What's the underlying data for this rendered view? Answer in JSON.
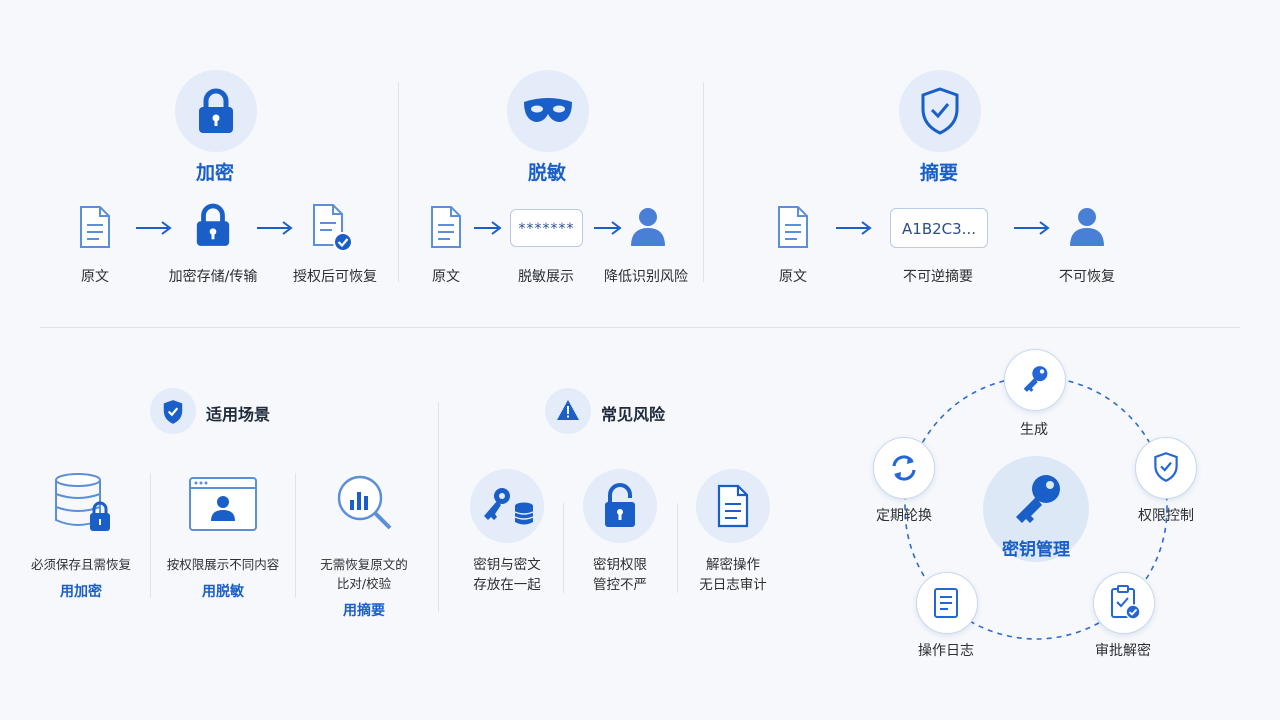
{
  "sections": {
    "encrypt": {
      "title": "加密",
      "steps": [
        "原文",
        "加密存储/传输",
        "授权后可恢复"
      ]
    },
    "mask": {
      "title": "脱敏",
      "steps": [
        "原文",
        "脱敏展示",
        "降低识别风险"
      ],
      "masked_value": "*******"
    },
    "hash": {
      "title": "摘要",
      "steps": [
        "原文",
        "不可逆摘要",
        "不可恢复"
      ],
      "hash_value": "A1B2C3..."
    }
  },
  "scenarios": {
    "title": "适用场景",
    "items": [
      {
        "desc": "必须保存且需恢复",
        "desc2": "",
        "action": "用加密"
      },
      {
        "desc": "按权限展示不同内容",
        "desc2": "",
        "action": "用脱敏"
      },
      {
        "desc": "无需恢复原文的",
        "desc2": "比对/校验",
        "action": "用摘要"
      }
    ]
  },
  "risks": {
    "title": "常见风险",
    "items": [
      {
        "line1": "密钥与密文",
        "line2": "存放在一起"
      },
      {
        "line1": "密钥权限",
        "line2": "管控不严"
      },
      {
        "line1": "解密操作",
        "line2": "无日志审计"
      }
    ]
  },
  "key_mgmt": {
    "center": "密钥管理",
    "nodes": [
      "生成",
      "权限控制",
      "审批解密",
      "操作日志",
      "定期轮换"
    ]
  },
  "colors": {
    "primary": "#1a5fc8",
    "icon": "#2566d6",
    "soft_bg": "#e3ecf8"
  }
}
